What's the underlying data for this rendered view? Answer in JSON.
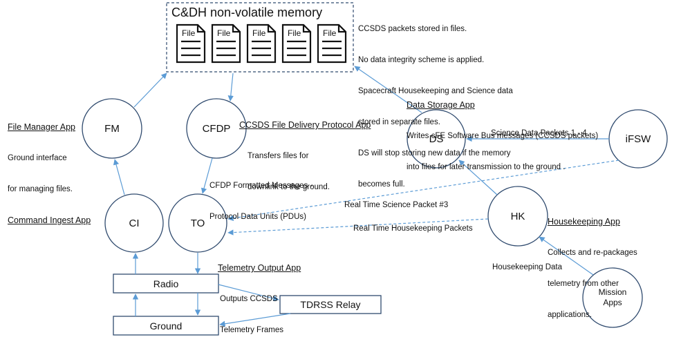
{
  "memory": {
    "title": "C&DH non-volatile memory",
    "file_label": "File",
    "notes": [
      "CCSDS packets stored in files.",
      "No data integrity scheme is applied.",
      "Spacecraft Housekeeping and Science data",
      "stored in separate files.",
      "DS will stop storing new data if the memory",
      "becomes full."
    ]
  },
  "nodes": {
    "fm": "FM",
    "cfdp": "CFDP",
    "ds": "DS",
    "ifsw": "iFSW",
    "ci": "CI",
    "to": "TO",
    "hk": "HK",
    "mission": [
      "Mission",
      "Apps"
    ],
    "radio": "Radio",
    "ground": "Ground",
    "tdrss": "TDRSS Relay"
  },
  "apps": {
    "file_manager": {
      "title": "File Manager App",
      "desc": [
        "Ground interface",
        "for managing files."
      ]
    },
    "cfdp": {
      "title": "CCSDS File Delivery Protocol App",
      "desc": [
        "Transfers files for",
        "downlink to the ground."
      ]
    },
    "data_storage": {
      "title": "Data Storage App",
      "desc": [
        "Writes cFE Software Bus messages (CCSDS packets)",
        "into files for later transmission to the ground ."
      ]
    },
    "command_ingest": {
      "title": "Command Ingest App"
    },
    "telemetry_output": {
      "title": "Telemetry Output App",
      "desc": [
        "Outputs CCSDS",
        "Telemetry Frames"
      ]
    },
    "housekeeping": {
      "title": "Housekeeping App",
      "desc": [
        "Collects and re-packages",
        "telemetry from other",
        "applications."
      ]
    }
  },
  "flows": {
    "cfdp_to": [
      "CFDP Formatted Messages -",
      "Protocol Data Units (PDUs)"
    ],
    "science_packets": "Science Data Packets 1 - 4",
    "rt_science": "Real Time Science Packet #3",
    "rt_housekeeping": "Real Time Housekeeping Packets",
    "housekeeping_data": "Housekeeping Data"
  },
  "colors": {
    "arrow": "#5b9bd5",
    "stroke": "#2f4a6e",
    "text": "#111111"
  }
}
